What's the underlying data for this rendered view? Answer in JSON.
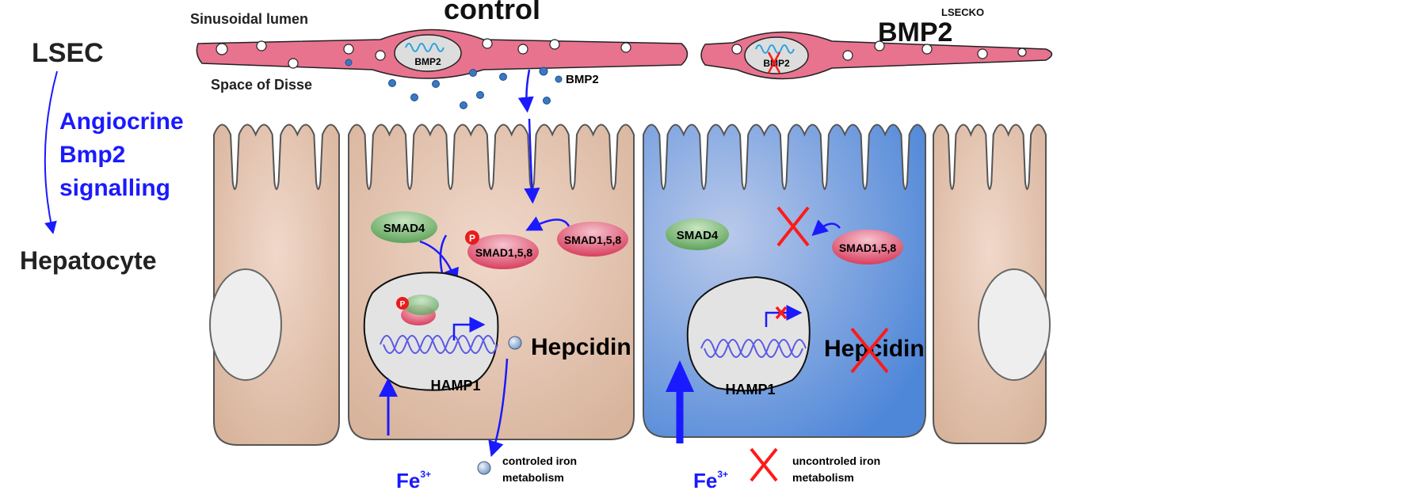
{
  "left_panel": {
    "source": "LSEC",
    "signal": [
      "Angiocrine",
      "Bmp2",
      "signalling"
    ],
    "target": "Hepatocyte"
  },
  "top": {
    "lumen": "Sinusoidal lumen",
    "disse": "Space of Disse",
    "control_title": "control",
    "ko_title": "BMP2",
    "ko_superscript": "LSECKO",
    "nucleus_gene_control": "BMP2",
    "nucleus_gene_ko": "BMP2",
    "ligand_label": "BMP2"
  },
  "control_cell": {
    "smad4": "SMAD4",
    "p_label": "P",
    "psmad": "SMAD1,5,8",
    "smad": "SMAD1,5,8",
    "gene": "HAMP1",
    "product": "Hepcidin",
    "iron": "Fe",
    "iron_sup": "3+",
    "outcome": [
      "controled iron",
      "metabolism"
    ]
  },
  "ko_cell": {
    "smad4": "SMAD4",
    "smad": "SMAD1,5,8",
    "gene": "HAMP1",
    "product": "Hepcidin",
    "iron": "Fe",
    "iron_sup": "3+",
    "outcome": [
      "uncontroled iron",
      "metabolism"
    ]
  },
  "colors": {
    "arrow_blue": "#1a1aff",
    "endothelium": "#e8738f",
    "hepatocyte": "#e3c2ad",
    "ko_hepatocyte": "#7ea3de",
    "cross_red": "#ff1a1a",
    "smad4_green": "#6fb06a",
    "smad_red": "#e0506e"
  }
}
